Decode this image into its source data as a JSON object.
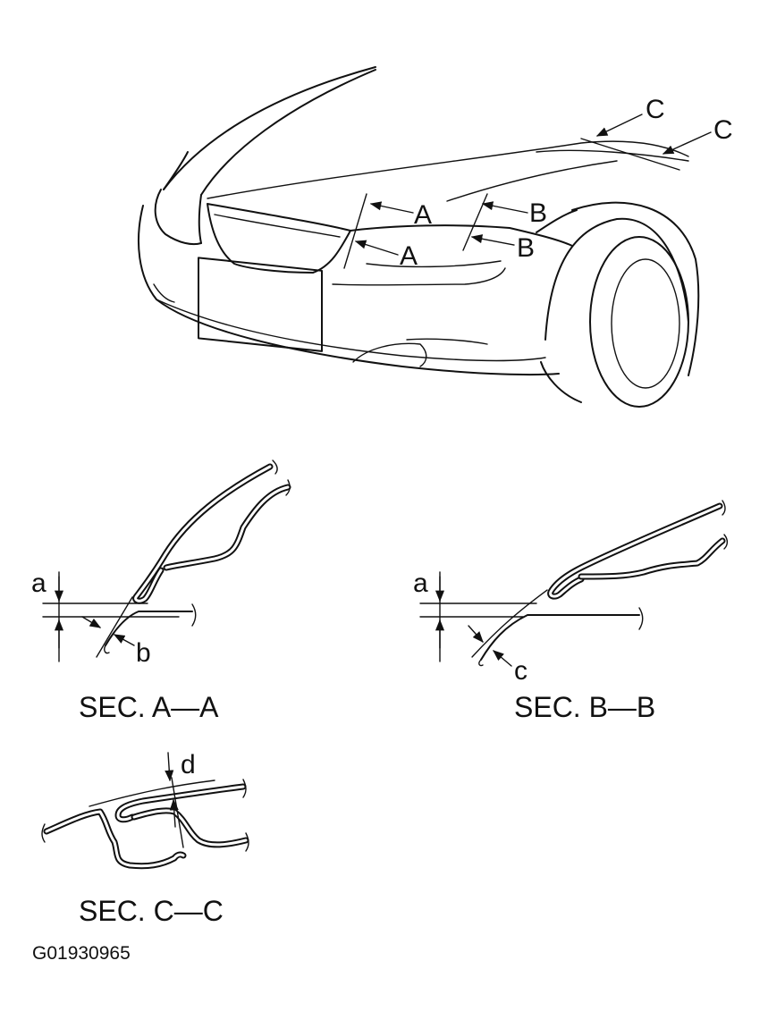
{
  "car_labels": {
    "a1": "A",
    "a2": "A",
    "b1": "B",
    "b2": "B",
    "c1": "C",
    "c2": "C"
  },
  "section_aa": {
    "caption": "SEC. A—A",
    "label_a": "a",
    "label_b": "b"
  },
  "section_bb": {
    "caption": "SEC. B—B",
    "label_a": "a",
    "label_c": "c"
  },
  "section_cc": {
    "caption": "SEC. C—C",
    "label_d": "d"
  },
  "figure_code": "G01930965"
}
